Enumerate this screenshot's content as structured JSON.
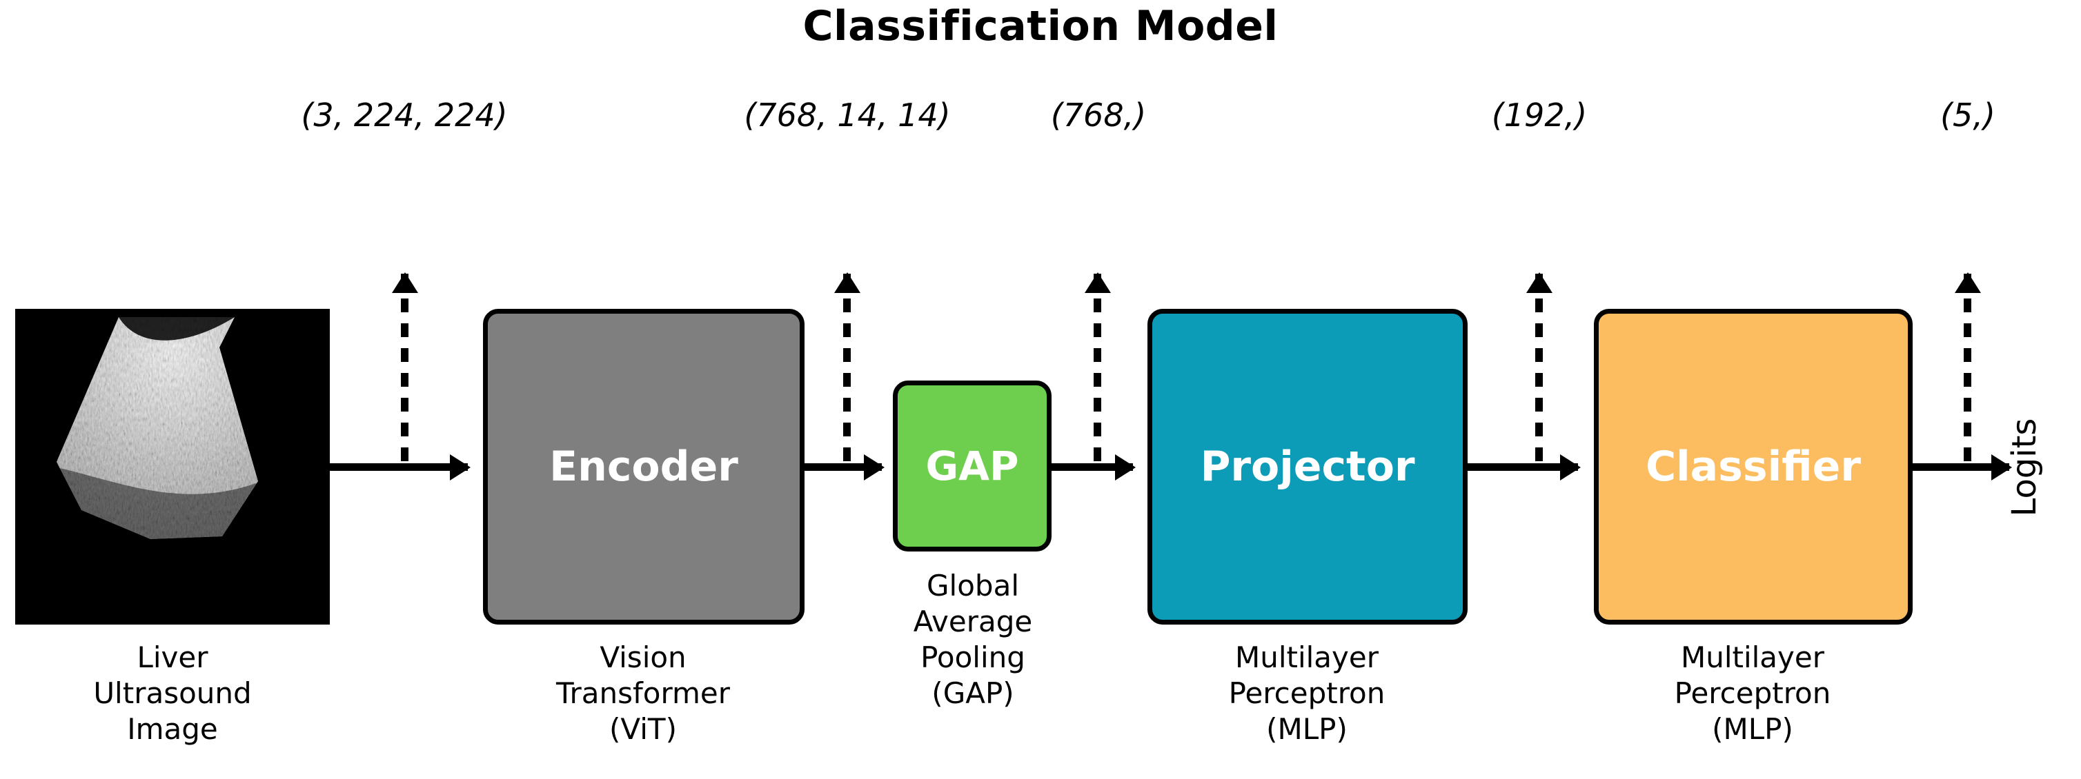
{
  "title": "Classification Model",
  "colors": {
    "encoder": "#7f7f7f",
    "gap": "#6ece4d",
    "projector": "#0c9cb8",
    "classifier": "#fbbd5f",
    "arrow": "#000000",
    "background": "#ffffff",
    "block_text": "#ffffff"
  },
  "input": {
    "caption": "Liver\nUltrasound\nImage",
    "alt": "liver-ultrasound-image"
  },
  "stages": [
    {
      "id": "encoder",
      "label": "Encoder",
      "caption": "Vision\nTransformer\n(ViT)",
      "output_shape": "(768, 14, 14)"
    },
    {
      "id": "gap",
      "label": "GAP",
      "caption": "Global\nAverage\nPooling\n(GAP)",
      "output_shape": "(768,)"
    },
    {
      "id": "projector",
      "label": "Projector",
      "caption": "Multilayer\nPerceptron\n(MLP)",
      "output_shape": "(192,)"
    },
    {
      "id": "classifier",
      "label": "Classifier",
      "caption": "Multilayer\nPerceptron\n(MLP)",
      "output_shape": "(5,)"
    }
  ],
  "shape_labels": [
    {
      "text": "(3, 224, 224)"
    },
    {
      "text": "(768, 14, 14)"
    },
    {
      "text": "(768,)"
    },
    {
      "text": "(192,)"
    },
    {
      "text": "(5,)"
    }
  ],
  "output": {
    "label": "Logits"
  }
}
